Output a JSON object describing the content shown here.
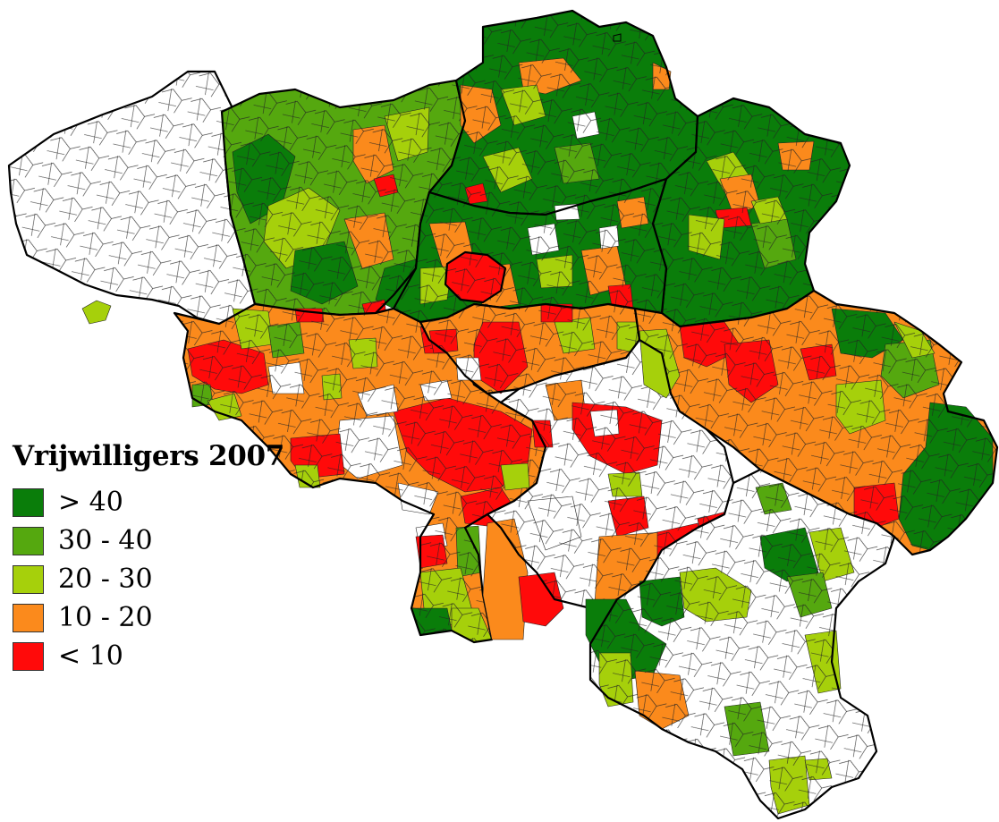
{
  "colors": {
    "gt40": "#0a7d0a",
    "r30_40": "#55a80f",
    "r20_30": "#a6d00b",
    "r10_20": "#fb8a1c",
    "lt10": "#ff0a0a",
    "nodata": "#ffffff"
  },
  "legend": {
    "title": "Vrijwilligers 2007",
    "items": [
      {
        "label": "> 40",
        "color": "#0a7d0a"
      },
      {
        "label": "30 - 40",
        "color": "#55a80f"
      },
      {
        "label": "20 - 30",
        "color": "#a6d00b"
      },
      {
        "label": "10 - 20",
        "color": "#fb8a1c"
      },
      {
        "label": "< 10",
        "color": "#ff0a0a"
      }
    ]
  }
}
